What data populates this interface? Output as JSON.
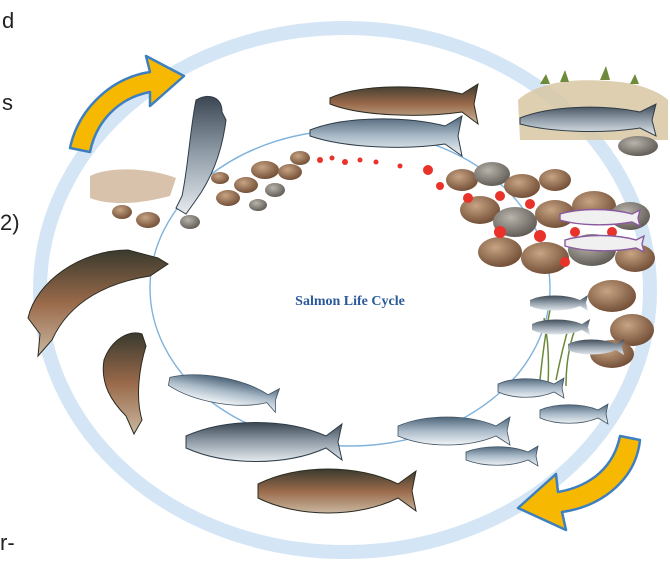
{
  "diagram": {
    "title": "Salmon Life Cycle",
    "cropped_margin_text": [
      "d",
      "s",
      "2)",
      "r-"
    ],
    "colors": {
      "outer_ring": "#d4e6f5",
      "inner_ring": "#7fb3dc",
      "arrow_fill": "#f6b800",
      "arrow_stroke": "#3d7fc0",
      "title": "#2a5a9a",
      "egg": "#e8322a"
    },
    "stages": [
      {
        "name": "eggs-in-gravel"
      },
      {
        "name": "alevin"
      },
      {
        "name": "fry"
      },
      {
        "name": "smolt"
      },
      {
        "name": "ocean-adult"
      },
      {
        "name": "spawning-adult"
      },
      {
        "name": "spawning-at-redd"
      }
    ]
  }
}
